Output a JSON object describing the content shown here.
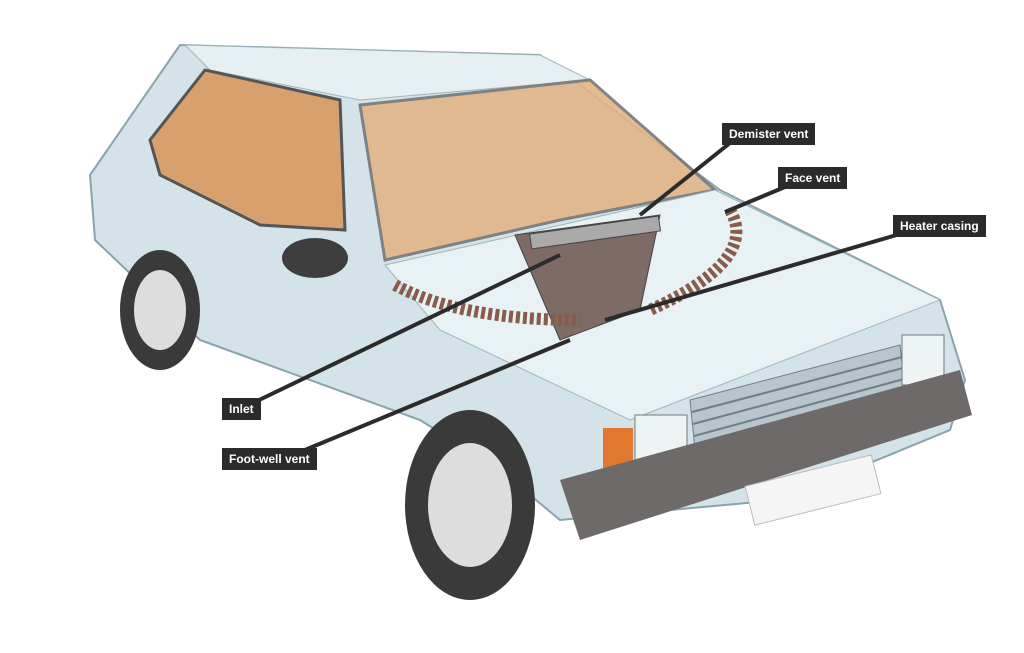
{
  "labels": {
    "demister_vent": "Demister vent",
    "face_vent": "Face vent",
    "heater_casing": "Heater casing",
    "inlet": "Inlet",
    "foot_well_vent": "Foot-well vent"
  },
  "colors": {
    "label_bg": "#2b2b2b",
    "body": "#cfe0e6",
    "interior": "#d9a070",
    "bumper": "#6e6a6a"
  }
}
